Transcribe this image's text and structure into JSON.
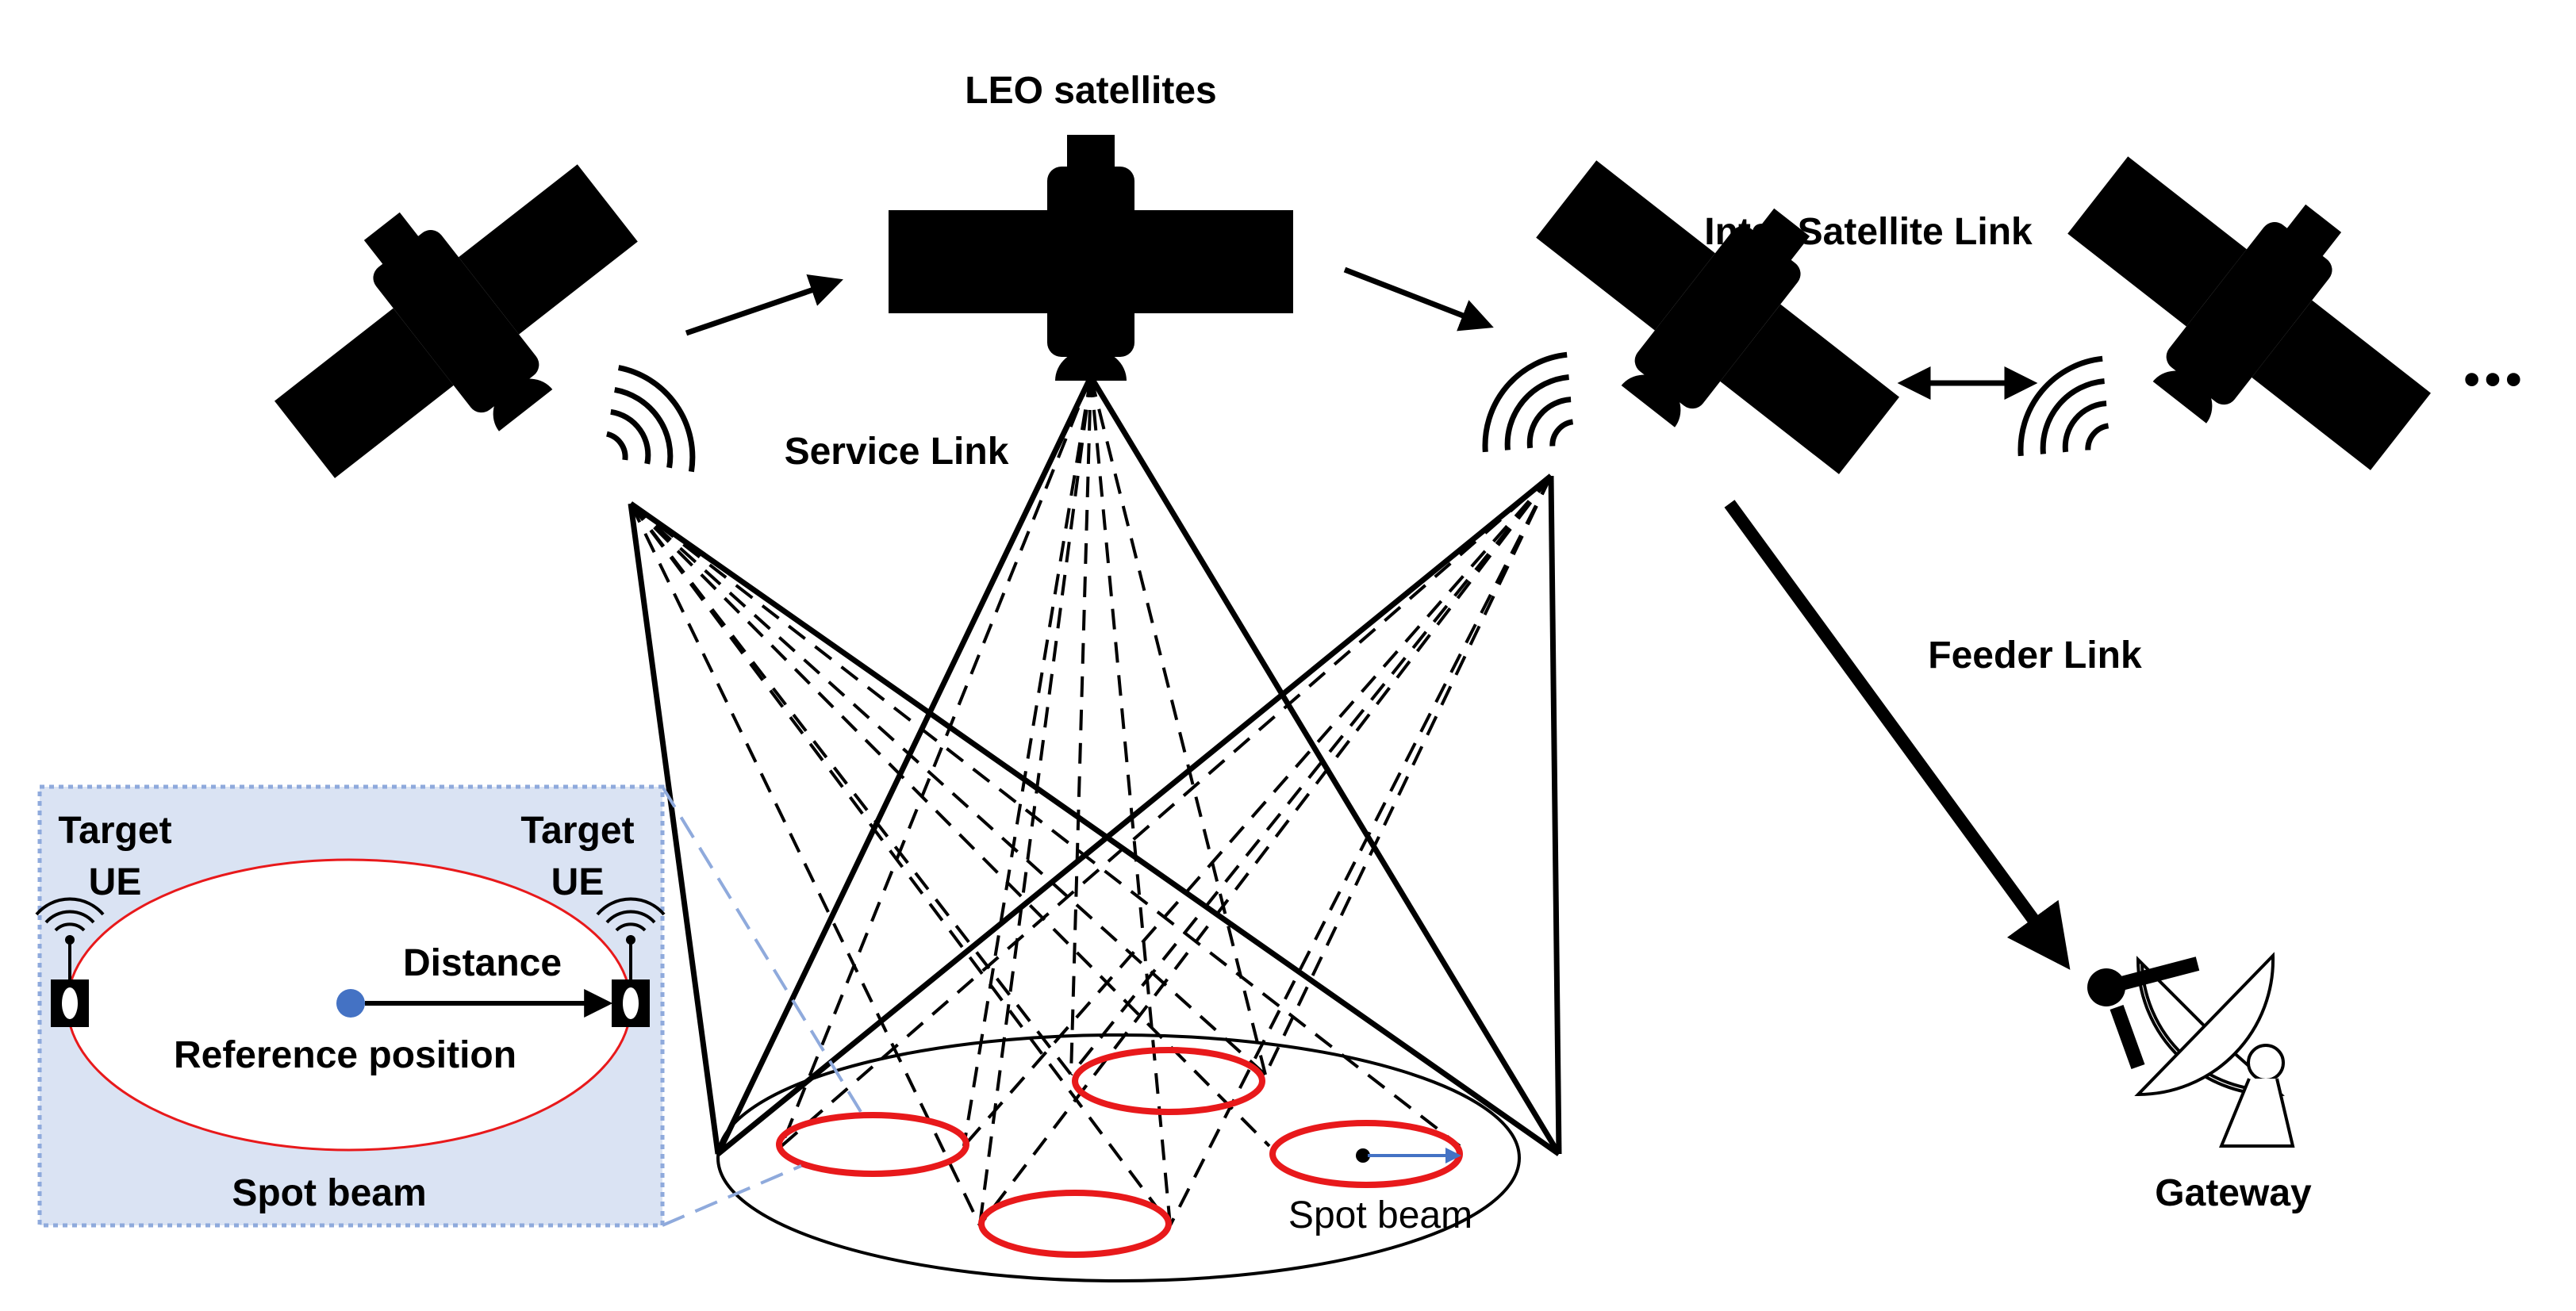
{
  "labels": {
    "leo_satellites": "LEO satellites",
    "inter_satellite_link": "Inter Satellite Link",
    "service_link": "Service Link",
    "feeder_link": "Feeder Link",
    "gateway": "Gateway",
    "spot_beam_main": "Spot beam",
    "ellipsis": "•••"
  },
  "inset": {
    "target_ue_left_line1": "Target",
    "target_ue_left_line2": "UE",
    "target_ue_right_line1": "Target",
    "target_ue_right_line2": "UE",
    "distance": "Distance",
    "reference_position": "Reference position",
    "spot_beam": "Spot beam"
  },
  "colors": {
    "beam_ring": "#e8191b",
    "inset_fill": "#dae3f3",
    "inset_border": "#8faadc",
    "reference_dot": "#4472c4",
    "distance_arrow_small": "#4472c4",
    "dark": "#000000"
  }
}
